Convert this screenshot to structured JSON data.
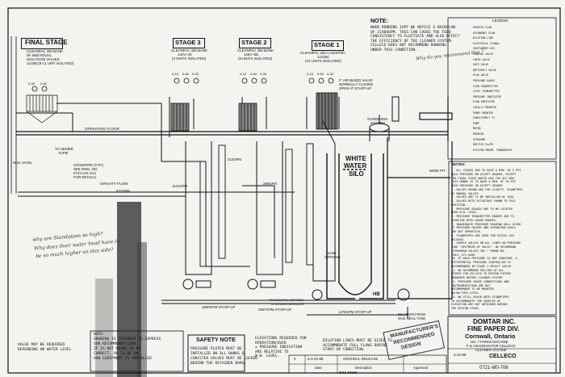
{
  "stages": {
    "final": {
      "title": "FINAL STAGE",
      "l1": "CLEANPAC 350 BANK",
      "l2": "W/ INDIVIDUAL",
      "l3": "ISOLATION VALVES",
      "l4": "1x106C(6 C1 UNIT ISOLATED)"
    },
    "s3": {
      "title": "STAGE 3",
      "l1": "CLEANPAC 350 BANK",
      "l2": "1x2V+18",
      "l3": "(4 UNITS ISOLATED)"
    },
    "s2": {
      "title": "STAGE 2",
      "l1": "CLEANPAC 350 BANK",
      "l2": "1x6V+6D",
      "l3": "(6 UNITS ISOLATED)"
    },
    "s1": {
      "title": "STAGE 1",
      "l1": "CLEANPAC 350 CANISTER",
      "l2": "1x106C",
      "l3": "(10 UNITS ISOLATED)"
    }
  },
  "gauges": {
    "g1": "0-15",
    "g2": "0-60",
    "g3": "0-30"
  },
  "labels": {
    "operating_floor": "OPERATING FLOOR",
    "to_sewer": "TO SEWER",
    "sewer_gpm": "7GPM",
    "standpipe": "STANDPIPE (TYP.)",
    "see_dwg": "SEE DWG. NO.",
    "dwg_no": "0721-C01-G11",
    "for_details": "FOR DETAILS",
    "gpm_631": "631GPM",
    "gravity_flow": "GRAVITY FLOW",
    "gpm_1141": "1141GPM",
    "gpm_312": "312GPM",
    "gpm_286": "286GPM",
    "gpm_1590": "1590GPM START-UP",
    "gpm_2557": "2557GPM START-UP",
    "gpm_1375": "1375GPM START-UP",
    "bleed": "2\" AIR BLEED VALVE",
    "bleed2": "NORMALLY CLOSED",
    "bleed3": "OPEN AT START-UP",
    "screening": "SCREENING",
    "system": "SYSTEM",
    "white_water": "WHITE",
    "white_water2": "WATER",
    "silo": "SILO",
    "wire_pit": "WIRE PIT",
    "slow": "SLOW",
    "opening": "OPENING",
    "tangential": "TANGENTIAL ENTRIES",
    "screen_breaker": "& SCREEN BREAKER",
    "dilution": "DILUTION FROM",
    "ww_seal": "W.W. SEAL TANK",
    "ww_level": "W.W. LEVEL",
    "hb": "HB"
  },
  "note_top": {
    "title": "NOTE:",
    "lines": [
      "WHEN RUNNING 1APT WE NOTICE A BACKFLOW",
      "OF 21404GPM. THIS CAN CAUSE THE FEED",
      "CONSISTENCY TO FLUCTUATE AND ALSO EFFECT",
      "THE EFFICIENCY OF THE CLEANER SYSTEM.",
      "CELLECO DOES NOT RECOMMEND RUNNING",
      "UNDER THIS CONDITION."
    ]
  },
  "legend": {
    "title": "LEGEND",
    "items": [
      "PROCESS FLOW",
      "SECONDARY FLOW",
      "DILUTION LINE",
      "ELECTRICAL SIGNAL",
      "INSTRUMENT AIR",
      "CONTROL VALVE",
      "CHECK VALVE",
      "GATE VALVE",
      "BUTTERFLY VALVE",
      "PLUG VALVE",
      "PRESSURE GAUGE",
      "FLOW TRANSMITTER",
      "LEVEL TRANSMITTER",
      "PRESSURE INDICATOR",
      "FLOW INDICATOR",
      "LOCALLY MOUNTED",
      "PANEL MOUNTED",
      "CONSISTENCY TX",
      "PUMP",
      "MOTOR",
      "REDUCER",
      "STRAINER",
      "ORIFICE PLATE",
      "ELECTRO PNEUM. TRANSDUCER"
    ]
  },
  "notes": {
    "title": "NOTES:",
    "lines": [
      "1. ALL STAGES ARE TO HAVE A MIN. OF 5 PSI",
      "   BACK PRESSURE ON ACCEPT HEADER, EXCEPT",
      "   THE FINAL STAGE WHICH HAS THE ACC BOX.",
      "   THIS DOWNS IS TO HAVE A MIN. OF 10 PSI",
      "   BACK PRESSURE ON ACCEPT HEADER.",
      "2. VALVES SHOWN ARE FOR CLARITY. DIAMETERS",
      "   OF MANUAL VALVES",
      "3. VALVES ARE TO BE INSTALLED W/ SEAL",
      "4. VALVES WITH ACTUATORS SHOWN TO FAIL",
      "   POSITION.",
      "5. PRESSURE GAUGES ARE TO BE LOCATED",
      "   NEAR W.W. LEVEL.",
      "6. PRESSURE TRANSMITTER RANGES ARE TO",
      "   COINCIDE WITH GAUGE RANGES.",
      "7. INADEQUATE PRESSURE READING WILL OCCUR",
      "   IF PRESSURE GAUGES AND EXPANSION SEALS",
      "   ARE NOT OPERATIVE.",
      "8. STANDPIPES ARE USED FOR EXCESS AIR",
      "   RELEASE.",
      "9. SAMPLE VALVES ON ALL LINES ON PRESSURE",
      "   SIDE \"UPSTREAM OF VALVE\". WE RECOMMEND",
      "   \"STRAHMAN VALVES INC.\" PHONE NO.",
      "   (201) 471-6400",
      "10. IF BACK PRESSURE IS NOT CONSTANT, A",
      "   DIFFERENTIAL PRESSURE CONTROLLER IS",
      "   RECOMMENDED IN STAGE 1 REJECT VALVE.",
      "11. WE RECOMMEND PULLING OF ALL",
      "   PRINTS FOR CELLECO TO REVIEW PIPING",
      "   DRAWINGS BEFORE CLEANER SYSTEM",
      "12. PRESSURE GAUGE CONNECTIONS AND",
      "   INSTRUMENTATION ARE NOT",
      "   RECOMMENDED TO BE MOUNTED",
      "   BELOW THIS LEVEL.",
      "13. WE STILL DRAIN UNTO STANDPIPES",
      "   TO ACCOMMODATE THE SOURCES OF",
      "   ELEVATION ARE NOT OBTAINED DURING",
      "   THE DESIGN STAGE."
    ]
  },
  "safety": {
    "title": "SAFETY NOTE",
    "lines": [
      "PRESSURE PLATES MUST BE",
      "INSTALLED ON ALL BANKS &",
      "CANISTER VALVES MUST BE LOCKED",
      "BEHIND THE RETAINER BARS."
    ]
  },
  "elevations": {
    "lines": [
      "ELEVATIONS REQUIRED FOR",
      "OPERATION/OVER",
      "± PRESSURE INDICATION",
      "ARE RELATIVE TO",
      "W.W. LEVEL."
    ]
  },
  "dilution_note": {
    "lines": [
      "DILUTION LINES MUST BE SIZED TO",
      "ACCOMMODATE FULL FLOWS DURING",
      "START-UP CONDITION."
    ]
  },
  "bottom_left": {
    "lines": [
      "VALUE MAY BE REQUIRED",
      "DEPENDING ON WATER LEVEL"
    ]
  },
  "bottom_left2": {
    "lines": [
      "NOTE:",
      "DRAWING IS INTENDED TO EXPRESS",
      "OUR RECOMMENDATIONS",
      "IF IS NOT MEANT TO BE",
      "CORRECT, OR TO BE AN",
      "HOW EQUIPMENT IS INSTALLED"
    ]
  },
  "revisions": {
    "date": "8-3-22-88",
    "desc": "ORIGINAL RELEASE",
    "rev": "0",
    "col_date": "Date",
    "col_desc": "Description",
    "col_approved": "Approved"
  },
  "stamp": {
    "l1": "MANUFACTURER'S",
    "l2": "RECOMMENDED",
    "l3": "DESIGN"
  },
  "title_block": {
    "company": "DOMTAR INC.",
    "division": "FINE PAPER DIV.",
    "location": "Cornwall, Ontario",
    "pm": "NO. 7 PAPER MACHINE",
    "diagram": "P & I DIAGRAM FOR CELLECO",
    "system": "CLEANER SYSTEM",
    "date": "3-22-88",
    "logo": "CELLECO",
    "drawing_no": "0721-M0-706",
    "dwg_ref": "8015-53865"
  },
  "handwriting": {
    "top": "Why do you recommend this ?",
    "left1": "why are Standpipes so high?",
    "left2": "Why does their water head have to",
    "left3": "be so much higher on this side?"
  }
}
